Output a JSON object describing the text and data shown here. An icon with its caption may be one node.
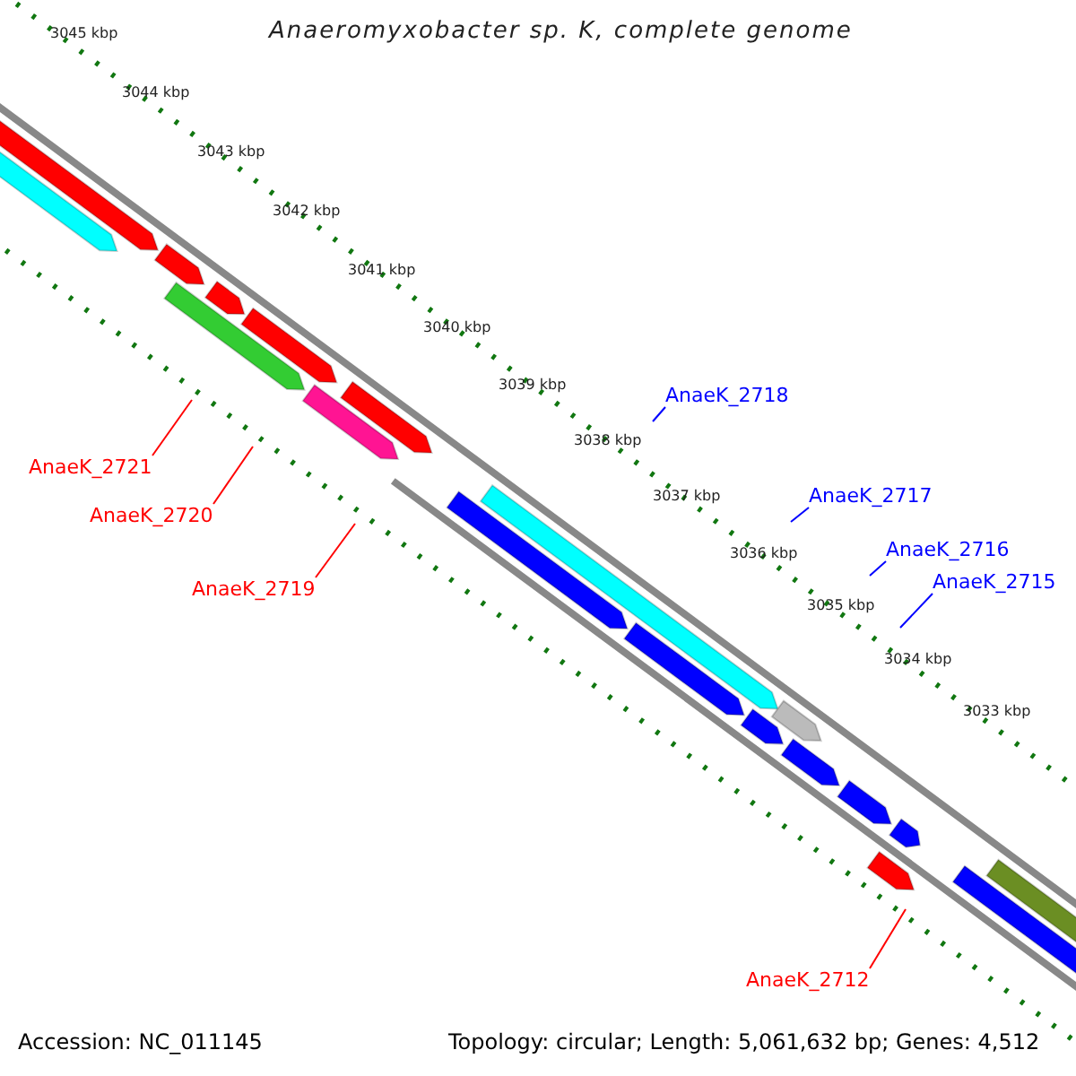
{
  "diagram": {
    "title": "Anaeromyxobacter sp. K, complete genome",
    "nodes": [
      {
        "text": [
          "AnaeK_2721"
        ]
      },
      {
        "text": [
          "AnaeK_2720"
        ]
      },
      {
        "text": [
          "AnaeK_2719"
        ]
      },
      {
        "text": [
          "AnaeK_2718"
        ]
      },
      {
        "text": [
          "AnaeK_2717"
        ]
      },
      {
        "text": [
          "AnaeK_2716"
        ]
      },
      {
        "text": [
          "AnaeK_2715"
        ]
      },
      {
        "text": [
          "AnaeK_2712"
        ]
      }
    ],
    "edges": [
      {
        "from": 0,
        "to": null,
        "arrow": "none",
        "color": "#ff0000"
      },
      {
        "from": 1,
        "to": null,
        "arrow": "none",
        "color": "#ff0000"
      },
      {
        "from": 2,
        "to": null,
        "arrow": "none",
        "color": "#ff0000"
      },
      {
        "from": 3,
        "to": null,
        "arrow": "none",
        "color": "#0000ff"
      },
      {
        "from": 4,
        "to": null,
        "arrow": "none",
        "color": "#0000ff"
      },
      {
        "from": 5,
        "to": null,
        "arrow": "none",
        "color": "#0000ff"
      },
      {
        "from": 6,
        "to": null,
        "arrow": "none",
        "color": "#0000ff"
      },
      {
        "from": 7,
        "to": null,
        "arrow": "none",
        "color": "#ff0000"
      }
    ],
    "labels": [
      "3045 kbp",
      "3044 kbp",
      "3043 kbp",
      "3042 kbp",
      "3041 kbp",
      "3040 kbp",
      "3039 kbp",
      "3038 kbp",
      "3037 kbp",
      "3036 kbp",
      "3035 kbp",
      "3034 kbp",
      "3033 kbp",
      "Accession: NC_011145",
      "Topology: circular; Length: 5,061,632 bp; Genes: 4,512"
    ]
  }
}
